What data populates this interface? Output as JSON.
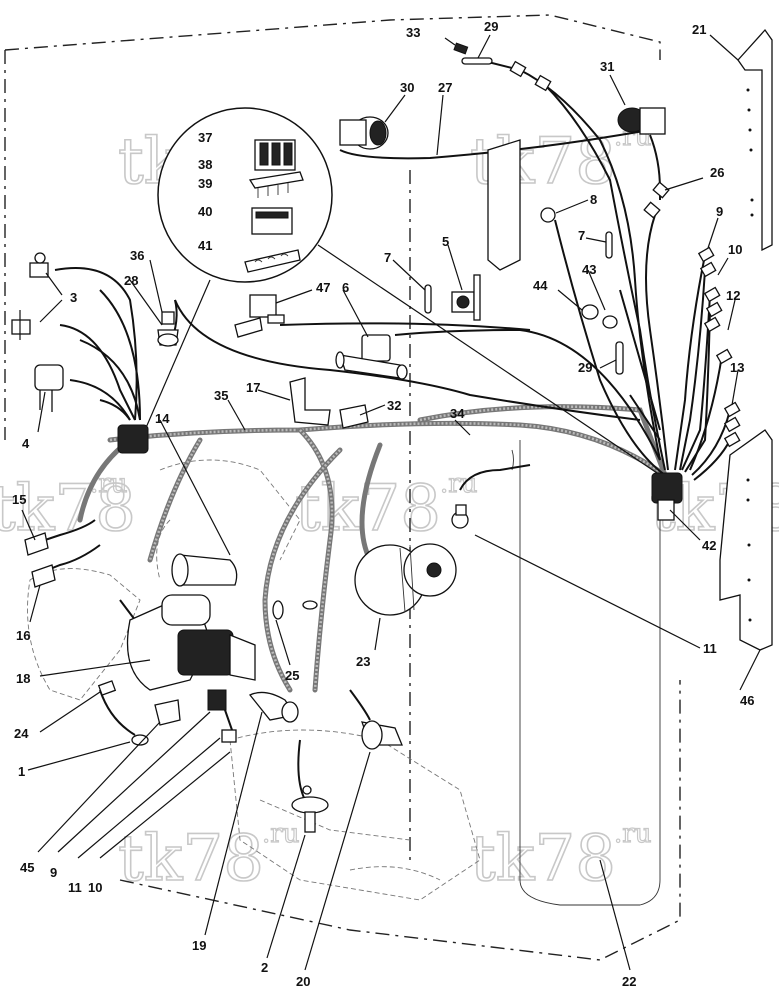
{
  "watermark": "tk78",
  "watermark_suffix": ".ru",
  "callouts": [
    {
      "id": "c33",
      "text": "33"
    },
    {
      "id": "c29a",
      "text": "29"
    },
    {
      "id": "c30",
      "text": "30"
    },
    {
      "id": "c27",
      "text": "27"
    },
    {
      "id": "c31",
      "text": "31"
    },
    {
      "id": "c21",
      "text": "21"
    },
    {
      "id": "c37",
      "text": "37"
    },
    {
      "id": "c38",
      "text": "38"
    },
    {
      "id": "c39",
      "text": "39"
    },
    {
      "id": "c40",
      "text": "40"
    },
    {
      "id": "c41",
      "text": "41"
    },
    {
      "id": "c26",
      "text": "26"
    },
    {
      "id": "c8",
      "text": "8"
    },
    {
      "id": "c9a",
      "text": "9"
    },
    {
      "id": "c10a",
      "text": "10"
    },
    {
      "id": "c5",
      "text": "5"
    },
    {
      "id": "c7a",
      "text": "7"
    },
    {
      "id": "c7b",
      "text": "7"
    },
    {
      "id": "c36",
      "text": "36"
    },
    {
      "id": "c28",
      "text": "28"
    },
    {
      "id": "c3",
      "text": "3"
    },
    {
      "id": "c47",
      "text": "47"
    },
    {
      "id": "c6",
      "text": "6"
    },
    {
      "id": "c43",
      "text": "43"
    },
    {
      "id": "c44",
      "text": "44"
    },
    {
      "id": "c12",
      "text": "12"
    },
    {
      "id": "c29b",
      "text": "29"
    },
    {
      "id": "c13",
      "text": "13"
    },
    {
      "id": "c4",
      "text": "4"
    },
    {
      "id": "c35",
      "text": "35"
    },
    {
      "id": "c17",
      "text": "17"
    },
    {
      "id": "c32",
      "text": "32"
    },
    {
      "id": "c14",
      "text": "14"
    },
    {
      "id": "c34",
      "text": "34"
    },
    {
      "id": "c15",
      "text": "15"
    },
    {
      "id": "c42",
      "text": "42"
    },
    {
      "id": "c16",
      "text": "16"
    },
    {
      "id": "c11a",
      "text": "11"
    },
    {
      "id": "c23",
      "text": "23"
    },
    {
      "id": "c46",
      "text": "46"
    },
    {
      "id": "c18",
      "text": "18"
    },
    {
      "id": "c25",
      "text": "25"
    },
    {
      "id": "c24",
      "text": "24"
    },
    {
      "id": "c1",
      "text": "1"
    },
    {
      "id": "c45",
      "text": "45"
    },
    {
      "id": "c9b",
      "text": "9"
    },
    {
      "id": "c11b",
      "text": "11"
    },
    {
      "id": "c10b",
      "text": "10"
    },
    {
      "id": "c19",
      "text": "19"
    },
    {
      "id": "c2",
      "text": "2"
    },
    {
      "id": "c20",
      "text": "20"
    },
    {
      "id": "c22",
      "text": "22"
    }
  ]
}
